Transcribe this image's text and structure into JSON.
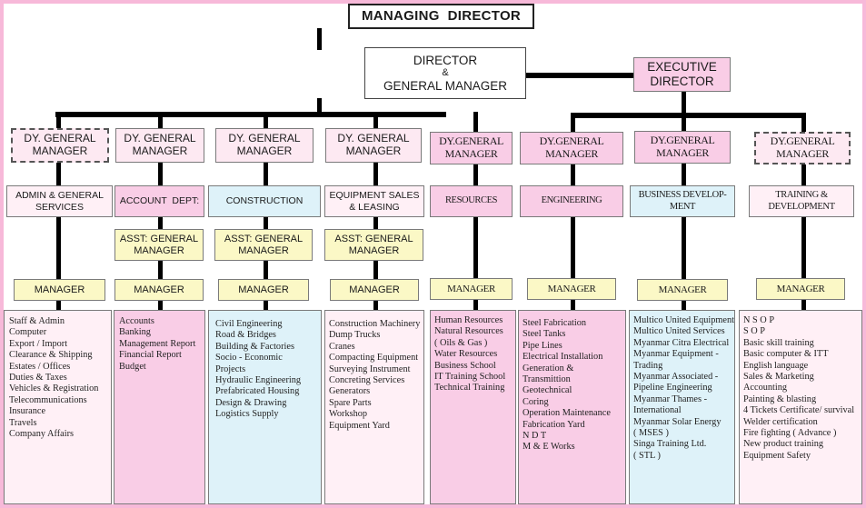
{
  "top": {
    "managing_director": "MANAGING  DIRECTOR",
    "director_gm": [
      "DIRECTOR",
      "&",
      "GENERAL MANAGER"
    ],
    "executive_director": [
      "EXECUTIVE",
      "DIRECTOR"
    ]
  },
  "columns": [
    {
      "dy_gm": [
        "DY. GENERAL",
        "MANAGER"
      ],
      "dept": [
        "ADMIN & GENERAL",
        "SERVICES"
      ],
      "asst_gm": null,
      "manager": "MANAGER",
      "items": [
        "Staff & Admin",
        "Computer",
        "Export / Import",
        "Clearance & Shipping",
        "Estates / Offices",
        "Duties & Taxes",
        "Vehicles & Registration",
        "Telecommunications",
        "Insurance",
        "Travels",
        "Company Affairs"
      ]
    },
    {
      "dy_gm": [
        "DY. GENERAL",
        "MANAGER"
      ],
      "dept": [
        "ACCOUNT  DEPT:"
      ],
      "asst_gm": [
        "ASST: GENERAL",
        "MANAGER"
      ],
      "manager": "MANAGER",
      "items": [
        "Accounts",
        "Banking",
        "Management Report",
        "Financial Report",
        "Budget"
      ]
    },
    {
      "dy_gm": [
        "DY. GENERAL",
        "MANAGER"
      ],
      "dept": [
        "CONSTRUCTION"
      ],
      "asst_gm": [
        "ASST: GENERAL",
        "MANAGER"
      ],
      "manager": "MANAGER",
      "items": [
        "Civil Engineering",
        "Road & Bridges",
        "Building & Factories",
        "Socio - Economic",
        "Projects",
        "Hydraulic Engineering",
        "Prefabricated Housing",
        "Design & Drawing",
        "Logistics Supply"
      ]
    },
    {
      "dy_gm": [
        "DY. GENERAL",
        "MANAGER"
      ],
      "dept": [
        "EQUIPMENT SALES",
        "& LEASING"
      ],
      "asst_gm": [
        "ASST: GENERAL",
        "MANAGER"
      ],
      "manager": "MANAGER",
      "items": [
        "Construction Machinery",
        "Dump Trucks",
        "Cranes",
        "Compacting Equipment",
        "Surveying Instrument",
        "Concreting Services",
        "Generators",
        "Spare Parts",
        "Workshop",
        "Equipment Yard"
      ]
    },
    {
      "dy_gm": [
        "DY.GENERAL",
        "MANAGER"
      ],
      "dept": [
        "RESOURCES"
      ],
      "asst_gm": null,
      "manager": "MANAGER",
      "items": [
        "Human Resources",
        "Natural Resources",
        "( Oils & Gas )",
        "Water Resources",
        "Business School",
        "IT Training School",
        "Technical Training"
      ]
    },
    {
      "dy_gm": [
        "DY.GENERAL",
        "MANAGER"
      ],
      "dept": [
        "ENGINEERING"
      ],
      "asst_gm": null,
      "manager": "MANAGER",
      "items": [
        "Steel Fabrication",
        "Steel Tanks",
        "Pipe Lines",
        "Electrical Installation",
        "Generation &",
        "Transmittion",
        "Geotechnical",
        "Coring",
        "Operation Maintenance",
        "Fabrication Yard",
        "N D T",
        "M & E Works"
      ]
    },
    {
      "dy_gm": [
        "DY.GENERAL",
        "MANAGER"
      ],
      "dept": [
        "BUSINESS DEVELOP-",
        "MENT"
      ],
      "asst_gm": null,
      "manager": "MANAGER",
      "items": [
        "Multico United Equipment",
        "Multico United Services",
        "Myanmar Citra Electrical",
        "Myanmar Equipment -",
        "Trading",
        "Myanmar Associated -",
        "Pipeline Engineering",
        "Myanmar Thames -",
        "International",
        "Myanmar Solar Energy",
        "( MSES )",
        "Singa Training Ltd.",
        "( STL )"
      ]
    },
    {
      "dy_gm": [
        "DY.GENERAL",
        "MANAGER"
      ],
      "dept": [
        "TRAINING &",
        "DEVELOPMENT"
      ],
      "asst_gm": null,
      "manager": "MANAGER",
      "items": [
        "N S O P",
        "S O P",
        "Basic skill training",
        "Basic computer & ITT",
        "English language",
        "Sales & Marketing",
        "Accounting",
        "Painting & blasting",
        "4 Tickets Certificate/ survival",
        "Welder certification",
        "Fire fighting ( Advance )",
        "New product training",
        "Equipment Safety"
      ]
    }
  ],
  "colors": {
    "frame": "#f7b9d9",
    "pink": "#f9cde6",
    "pink_light": "#fde9f2",
    "pink_pale": "#fff0f6",
    "blue": "#def2f9",
    "yellow": "#fbf8c6"
  }
}
